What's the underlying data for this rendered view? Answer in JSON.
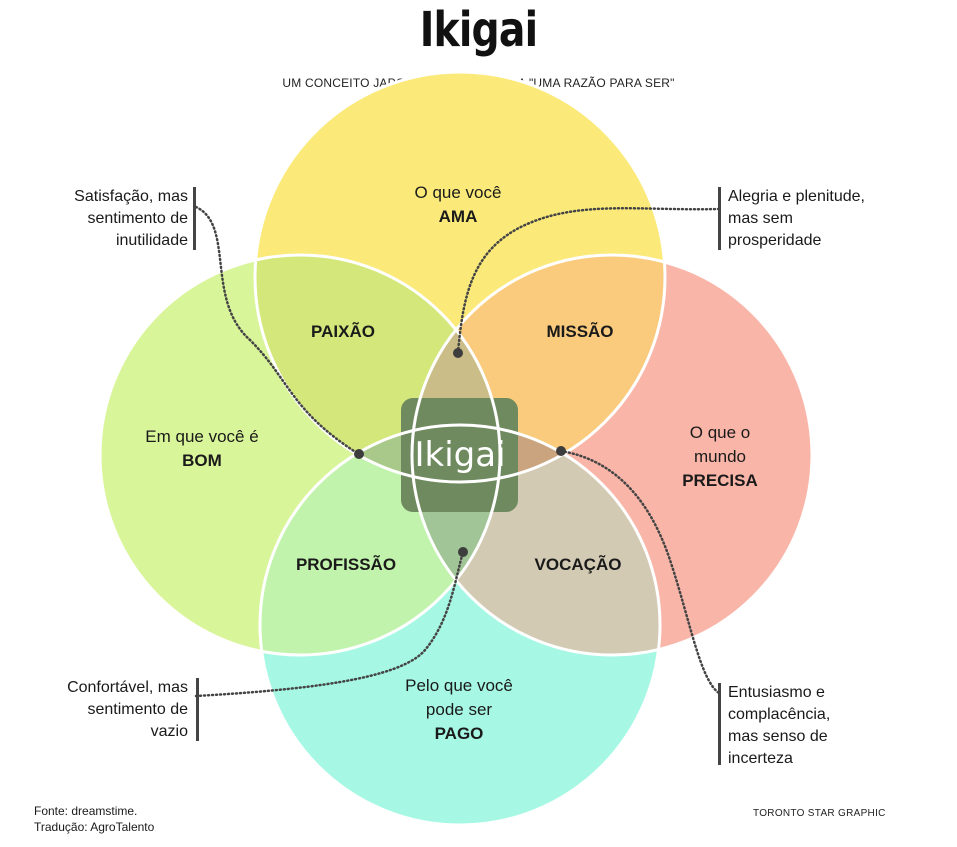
{
  "header": {
    "title": "Ikigai",
    "subtitle": "UM CONCEITO JAPONÊS QUE SIGNIFICA \"UMA RAZÃO PARA SER\""
  },
  "circles": {
    "ama": {
      "line1": "O que você",
      "line2": "AMA",
      "color": "#FBEA7A"
    },
    "bom": {
      "line1": "Em que você é",
      "line2": "BOM",
      "color": "#D9F59A"
    },
    "precisa": {
      "line1": "O que o",
      "line2": "mundo",
      "line3": "PRECISA",
      "color": "#F9B6A8"
    },
    "pago": {
      "line1": "Pelo que você",
      "line2": "pode ser",
      "line3": "PAGO",
      "color": "#A6F8E4"
    }
  },
  "intersections": {
    "paixao": {
      "label": "PAIXÃO",
      "color": "#D3E77A"
    },
    "missao": {
      "label": "MISSÃO",
      "color": "#FACB7D"
    },
    "profissao": {
      "label": "PROFISSÃO",
      "color": "#C1F3AC"
    },
    "vocacao": {
      "label": "VOCAÇÃO",
      "color": "#D3CAB3"
    },
    "top_lens": {
      "color": "#CBBD88"
    },
    "left_lens": {
      "color": "#A8C98A"
    },
    "right_lens": {
      "color": "#C9A47E"
    },
    "bottom_lens": {
      "color": "#A1C596"
    },
    "center": {
      "label": "Ikigai",
      "color": "#6E8A5E"
    }
  },
  "notes": {
    "top_left": [
      "Satisfação, mas",
      "sentimento de",
      "inutilidade"
    ],
    "top_right": [
      "Alegria e plenitude,",
      "mas sem",
      "prosperidade"
    ],
    "bottom_left": [
      "Confortável, mas",
      "sentimento de",
      "vazio"
    ],
    "bottom_right": [
      "Entusiasmo e",
      "complacência,",
      "mas senso de",
      "incerteza"
    ]
  },
  "footer": {
    "source": "Fonte: dreamstime.",
    "translation": "Tradução: AgroTalento",
    "credit": "TORONTO STAR GRAPHIC"
  }
}
